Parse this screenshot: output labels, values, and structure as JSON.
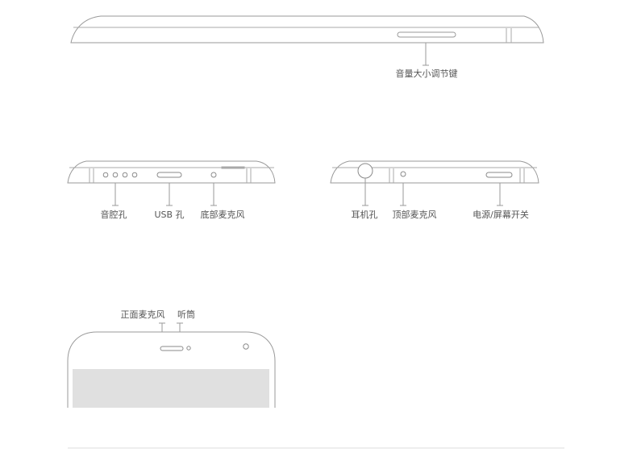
{
  "labels": {
    "volume_key": "音量大小调节键",
    "speaker_hole": "音腔孔",
    "usb_port": "USB 孔",
    "bottom_mic": "底部麦克风",
    "headphone_jack": "耳机孔",
    "top_mic": "顶部麦克风",
    "power_key": "电源/屏幕开关",
    "front_mic": "正面麦克风",
    "earpiece": "听筒"
  },
  "colors": {
    "outline": "#9a9a9a",
    "screen": "#e0e0e0",
    "label_text": "#555555",
    "divider": "#dddddd"
  }
}
